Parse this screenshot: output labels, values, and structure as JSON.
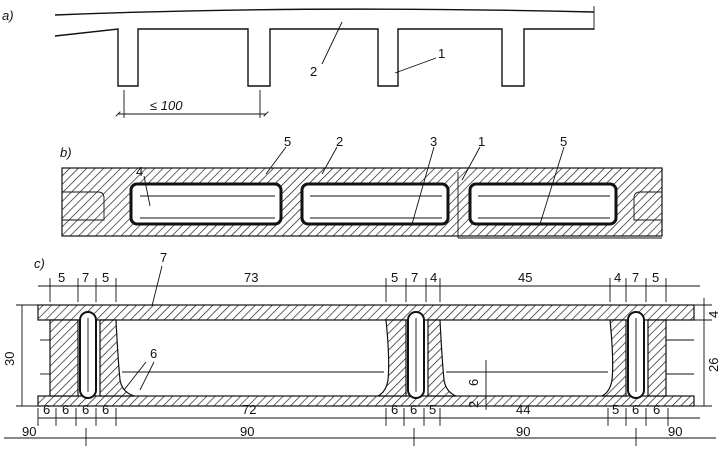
{
  "panels": {
    "a": {
      "label": "a)",
      "callout_1": "1",
      "callout_2": "2",
      "span_label": "≤ 100"
    },
    "b": {
      "label": "b)",
      "callouts": [
        "4",
        "5",
        "2",
        "3",
        "1",
        "5"
      ]
    },
    "c": {
      "label": "c)",
      "callout_7": "7",
      "callout_6": "6",
      "top_dims": [
        "5",
        "7",
        "5",
        "73",
        "5",
        "7",
        "4",
        "45",
        "4",
        "7",
        "5"
      ],
      "bottom_dims": [
        "6",
        "6",
        "6",
        "6",
        "72",
        "6",
        "6",
        "5",
        "44",
        "5",
        "6",
        "6"
      ],
      "span_dims": [
        "90",
        "90",
        "90",
        "90"
      ],
      "height_left": "30",
      "height_right_top": "4",
      "height_right_mid": "26",
      "inner_6": "6",
      "inner_2": "2"
    }
  }
}
